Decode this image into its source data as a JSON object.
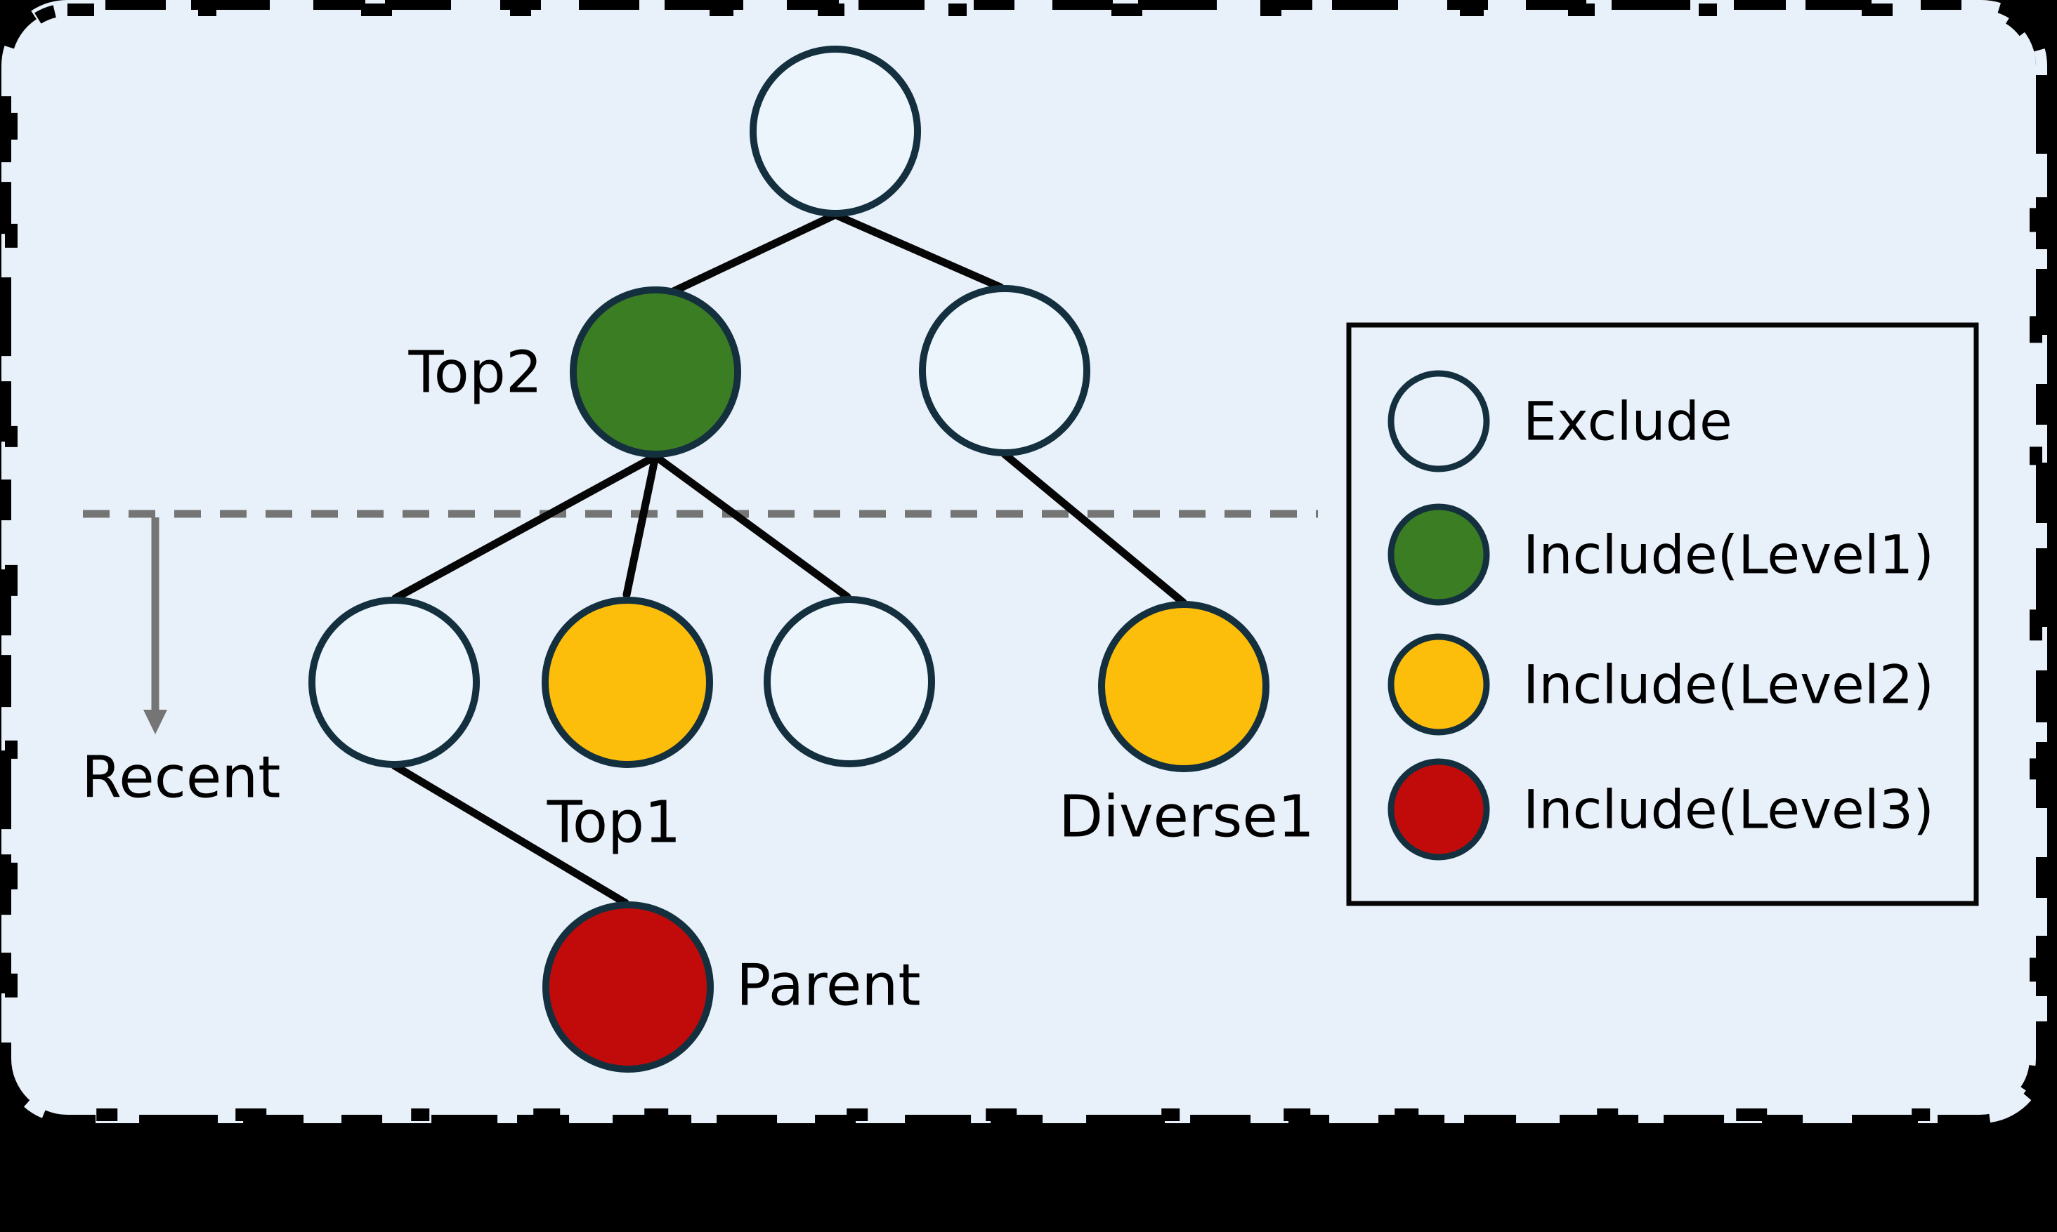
{
  "canvas": {
    "background_color": "#000000",
    "paper_color": "#e8f1fa"
  },
  "tree": {
    "labels": {
      "top2": "Top2",
      "top1": "Top1",
      "diverse1": "Diverse1",
      "parent": "Parent"
    },
    "timeline_label": "Recent",
    "nodes": [
      {
        "id": "root",
        "category": "Exclude"
      },
      {
        "id": "top2",
        "label": "Top2",
        "category": "Include(Level1)"
      },
      {
        "id": "right-child",
        "category": "Exclude"
      },
      {
        "id": "left-grandchild",
        "category": "Exclude"
      },
      {
        "id": "top1",
        "label": "Top1",
        "category": "Include(Level2)"
      },
      {
        "id": "middle-grandchild",
        "category": "Exclude"
      },
      {
        "id": "diverse1",
        "label": "Diverse1",
        "category": "Include(Level2)"
      },
      {
        "id": "parent",
        "label": "Parent",
        "category": "Include(Level3)"
      }
    ],
    "edges": [
      [
        "root",
        "top2"
      ],
      [
        "root",
        "right-child"
      ],
      [
        "top2",
        "left-grandchild"
      ],
      [
        "top2",
        "top1"
      ],
      [
        "top2",
        "middle-grandchild"
      ],
      [
        "right-child",
        "diverse1"
      ],
      [
        "left-grandchild",
        "parent"
      ]
    ]
  },
  "legend": {
    "items": [
      {
        "label": "Exclude",
        "fill": "none"
      },
      {
        "label": "Include(Level1)",
        "fill": "#3b7d23"
      },
      {
        "label": "Include(Level2)",
        "fill": "#fcbe0a"
      },
      {
        "label": "Include(Level3)",
        "fill": "#c10b0b"
      }
    ]
  },
  "colors": {
    "node_stroke": "#14303f",
    "node_fill": "#edf5fc",
    "edge": "#060606",
    "guide": "#757575",
    "text": "#000000",
    "level1": "#3b7d23",
    "level2": "#fcbe0a",
    "level3": "#c10b0b"
  }
}
